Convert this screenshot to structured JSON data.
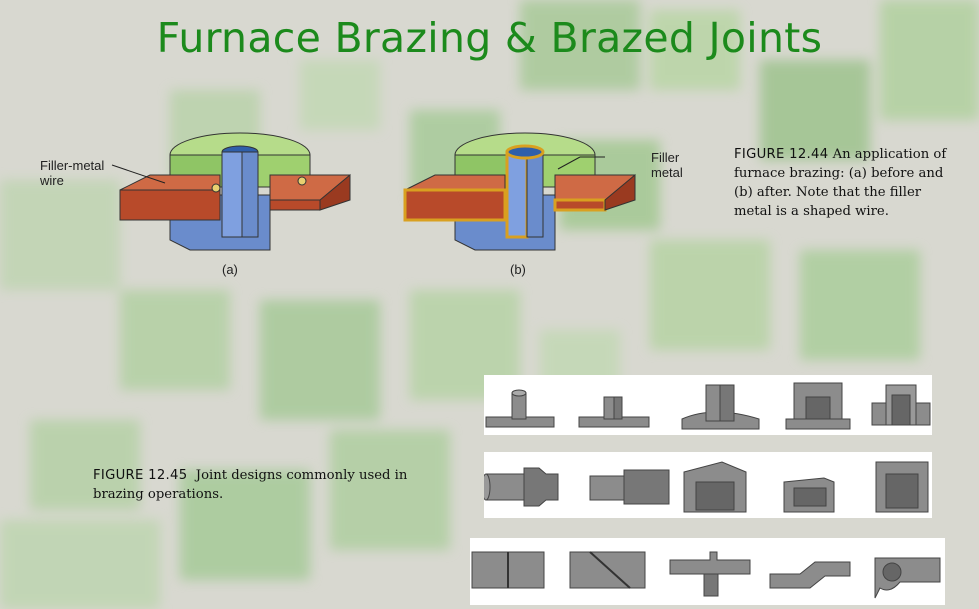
{
  "title": "Furnace Brazing & Brazed Joints",
  "figure_44": {
    "label_filler_wire_line1": "Filler-metal",
    "label_filler_wire_line2": "wire",
    "label_filler_metal_line1": "Filler",
    "label_filler_metal_line2": "metal",
    "sublabel_a": "(a)",
    "sublabel_b": "(b)",
    "caption_number": "FIGURE 12.44",
    "caption_line1": "An application of",
    "caption_line2": "furnace brazing: (a) before and",
    "caption_line3": "(b) after. Note that the filler",
    "caption_line4": "metal is a shaped wire."
  },
  "figure_45": {
    "caption_number": "FIGURE 12.45",
    "caption_line1": "Joint designs commonly used in",
    "caption_line2": "brazing operations."
  },
  "colors": {
    "title": "#1c8a1c",
    "green_part": "#9fcf6f",
    "blue_part": "#6f8fd0",
    "red_part": "#b84a2a",
    "filler": "#d9a020",
    "joint_gray": "#8c8c8c"
  }
}
